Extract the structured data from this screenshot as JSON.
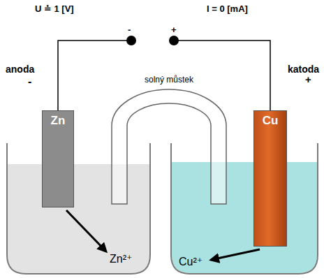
{
  "diagram": {
    "nodes": [
      {
        "text": [
          "Zn"
        ]
      },
      {
        "text": [
          "Cu"
        ]
      }
    ],
    "edges": [
      {
        "from": 0,
        "to": 1,
        "arrow": "none"
      }
    ],
    "labels": [
      "U ≐ 1 [V]",
      "-",
      "+",
      "I = 0 [mA]",
      "anoda",
      "-",
      "katoda",
      "+",
      "solný můstek",
      "Zn²⁺",
      "Cu²⁺"
    ]
  }
}
